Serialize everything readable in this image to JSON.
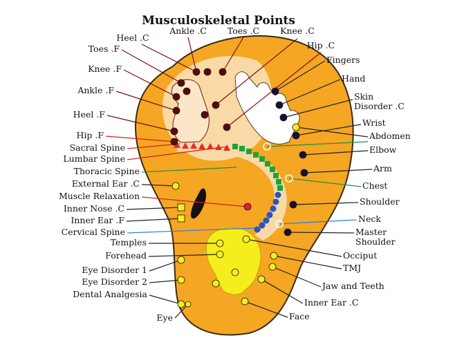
{
  "title": "Musculoskeletal Points",
  "colors": {
    "ear": "#f5a623",
    "ear_edge": "#3a2a12",
    "inner": "#f9d9a6",
    "hand": "#ffffff",
    "foot_shade": "#fbe7c8",
    "head": "#f5ee1c",
    "point_dark": "#5a0a0a",
    "point_navy": "#150d3a",
    "point_red": "#e61c3a",
    "point_yellow": "#f5ee1c",
    "spine_red": "#e32b2b",
    "spine_green": "#1aa53a",
    "spine_blue": "#2456c8",
    "line_dark": "#7a0f0f",
    "line_red": "#d81e1e",
    "line_green": "#1f8f3a",
    "line_blue": "#2f7bd6",
    "line_black": "#222222"
  },
  "labels_left": [
    "Toes .F",
    "Knee .F",
    "Ankle .F",
    "Heel .F",
    "Hip .F",
    "Sacral Spine",
    "Lumbar Spine",
    "Thoracic Spine",
    "External Ear .C",
    "Muscle Relaxation",
    "Inner Nose .C",
    "Inner Ear .F",
    "Cervical Spine",
    "Temples",
    "Forehead",
    "Eye Disorder 1",
    "Eye Disorder 2",
    "Dental Analgesia",
    "Eye"
  ],
  "labels_top": [
    "Heel .C",
    "Ankle .C",
    "Toes .C",
    "Knee .C",
    "Hip .C"
  ],
  "labels_right": [
    "Fingers",
    "Hand",
    "Skin",
    "Disorder .C",
    "Wrist",
    "Abdomen",
    "Elbow",
    "Arm",
    "Chest",
    "Shoulder",
    "Neck",
    "Master",
    "Shoulder",
    "Occiput",
    "TMJ",
    "Jaw and Teeth",
    "Inner Ear .C",
    "Face"
  ]
}
